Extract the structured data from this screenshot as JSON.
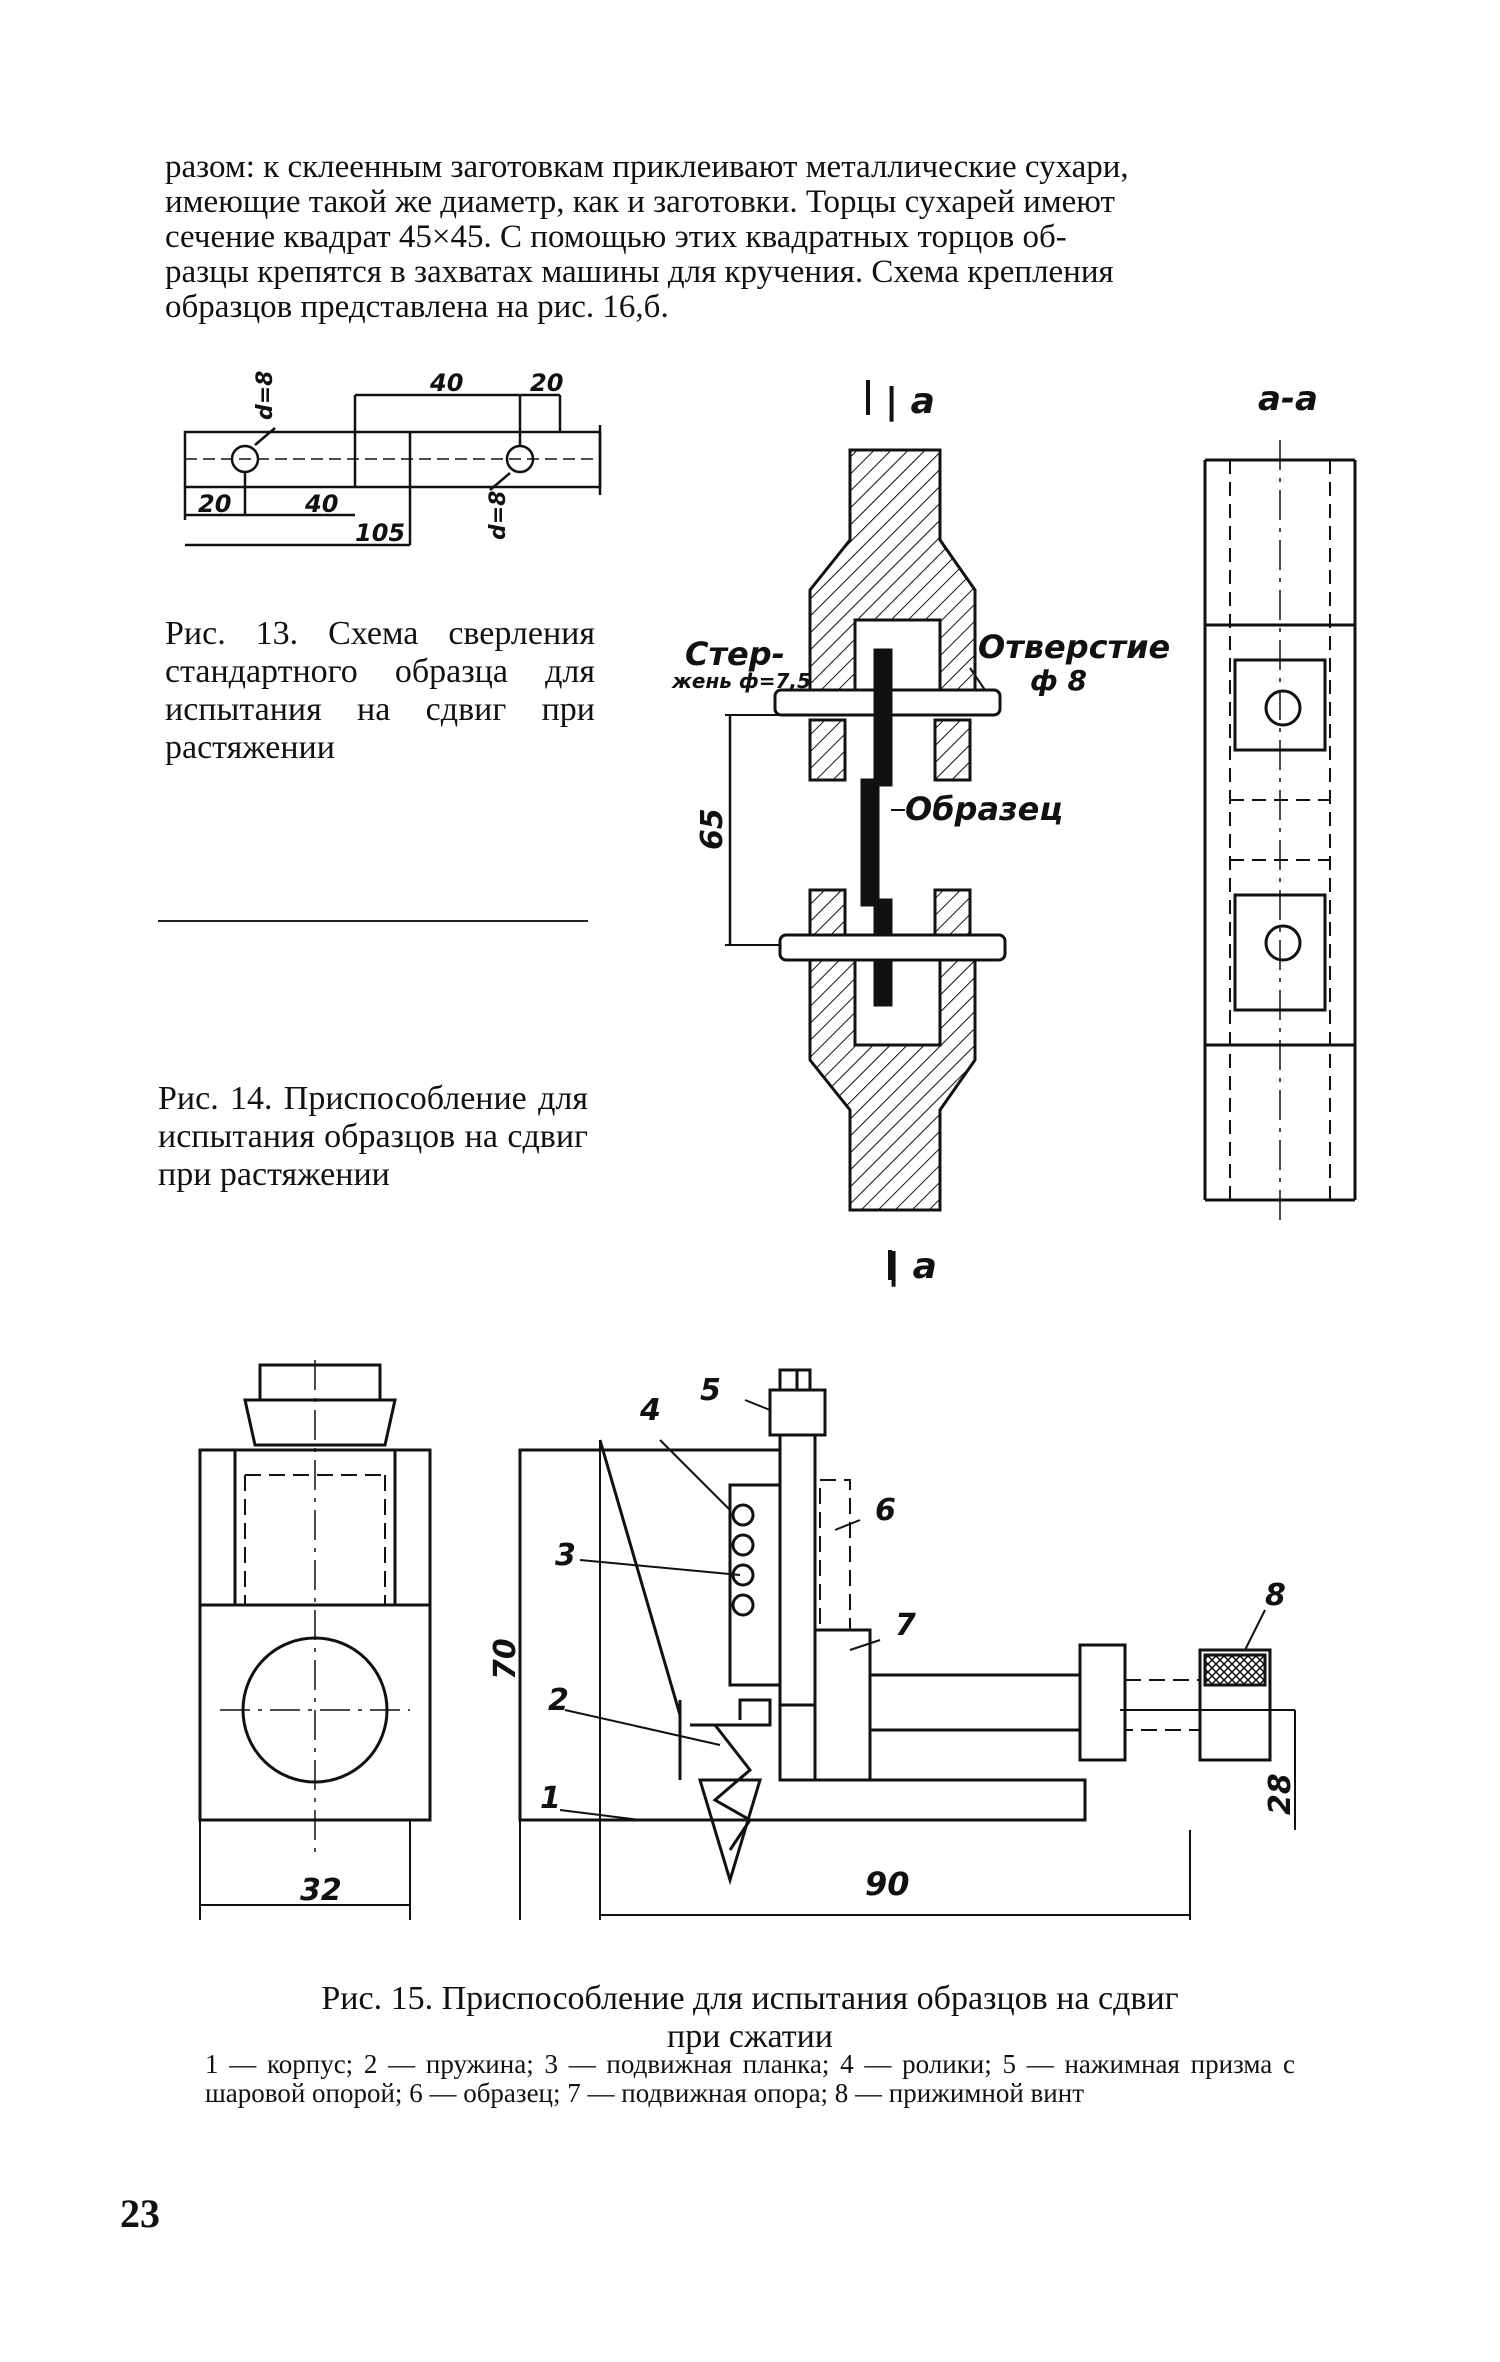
{
  "paragraph": {
    "lines": [
      "разом: к склеенным заготовкам приклеивают металлические сухари,",
      "имеющие такой же диаметр, как и заготовки. Торцы сухарей имеют",
      "сечение квадрат 45×45. С помощью этих квадратных торцов об-",
      "разцы крепятся в захватах машины для кручения. Схема крепления",
      "образцов представлена на рис. 16,б."
    ]
  },
  "fig13": {
    "caption": "Рис. 13. Схема сверления стандартного образца для испытания на сдвиг при растяжении",
    "dims": {
      "d1": "d=8",
      "d2": "d=8",
      "a": "40",
      "b": "20",
      "c": "20",
      "e": "40",
      "f": "105"
    }
  },
  "fig14": {
    "caption": "Рис. 14. Приспособление для испытания образцов на сдвиг при растяжении",
    "section_top": "| a",
    "section_bottom": "| a",
    "section_view": "a-a",
    "label_rod": "Стержень ф=7,5",
    "label_rod_1": "Стер-",
    "label_rod_2": "жень ф=7,5",
    "label_hole_1": "Отверстие",
    "label_hole_2": "ф 8",
    "label_sample": "Образец",
    "dim_65": "65"
  },
  "fig15": {
    "caption_1": "Рис. 15. Приспособление для испытания образцов на сдвиг",
    "caption_2": "при сжатии",
    "legend": "1 — корпус; 2 — пружина; 3 — подвижная планка; 4 — ролики; 5 — нажимная призма с шаровой опорой; 6 — образец; 7 — подвижная опора; 8 — прижимной винт",
    "dims": {
      "w32": "32",
      "w90": "90",
      "h70": "70",
      "h28": "28"
    },
    "parts": [
      "1",
      "2",
      "3",
      "4",
      "5",
      "6",
      "7",
      "8"
    ]
  },
  "page_number": "23"
}
